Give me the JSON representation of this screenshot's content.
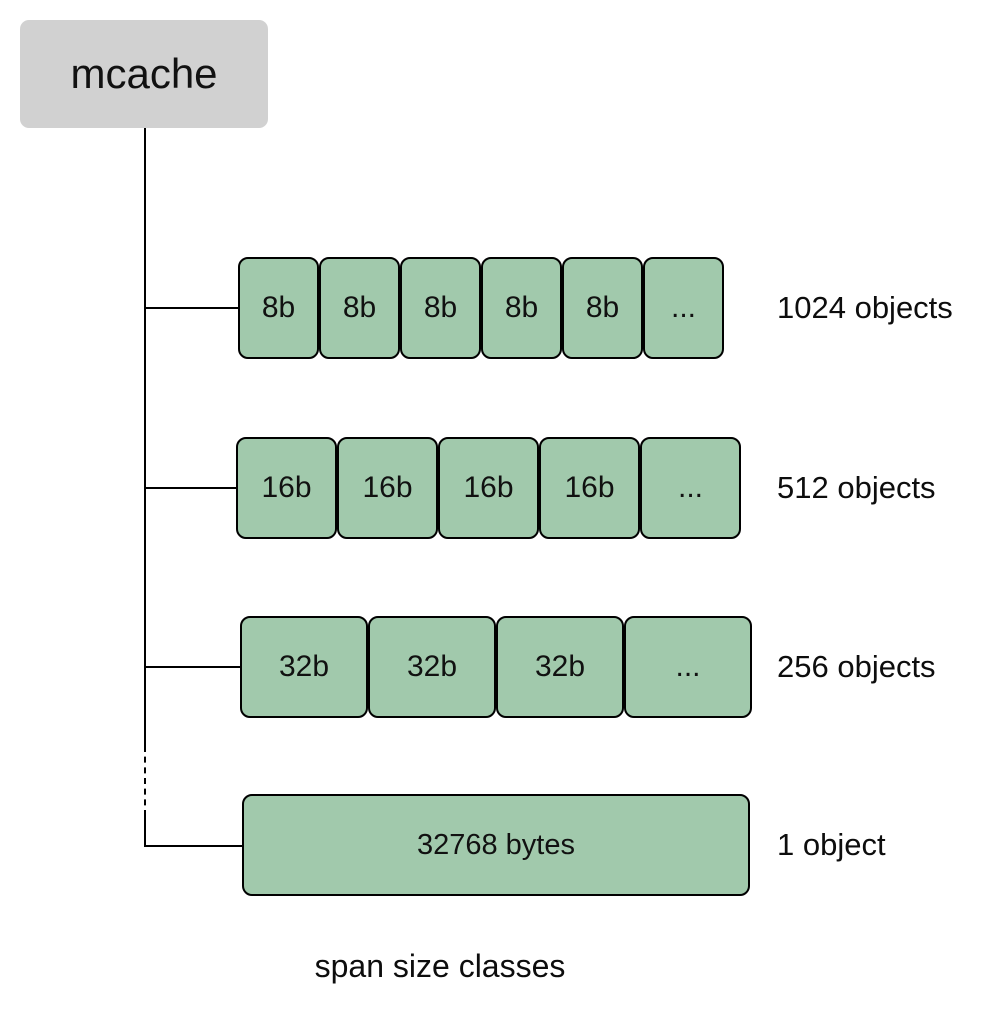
{
  "root": {
    "label": "mcache"
  },
  "rows": [
    {
      "cells": [
        "8b",
        "8b",
        "8b",
        "8b",
        "8b",
        "..."
      ],
      "label": "1024 objects"
    },
    {
      "cells": [
        "16b",
        "16b",
        "16b",
        "16b",
        "..."
      ],
      "label": "512 objects"
    },
    {
      "cells": [
        "32b",
        "32b",
        "32b",
        "..."
      ],
      "label": "256 objects"
    },
    {
      "cells": [
        "32768 bytes"
      ],
      "label": "1 object"
    }
  ],
  "caption": "span size classes",
  "colors": {
    "span_box_fill": "#a1c9ac",
    "span_box_border": "#000000",
    "root_box_fill": "#d1d1d1",
    "line": "#000000",
    "text": "#111111"
  }
}
